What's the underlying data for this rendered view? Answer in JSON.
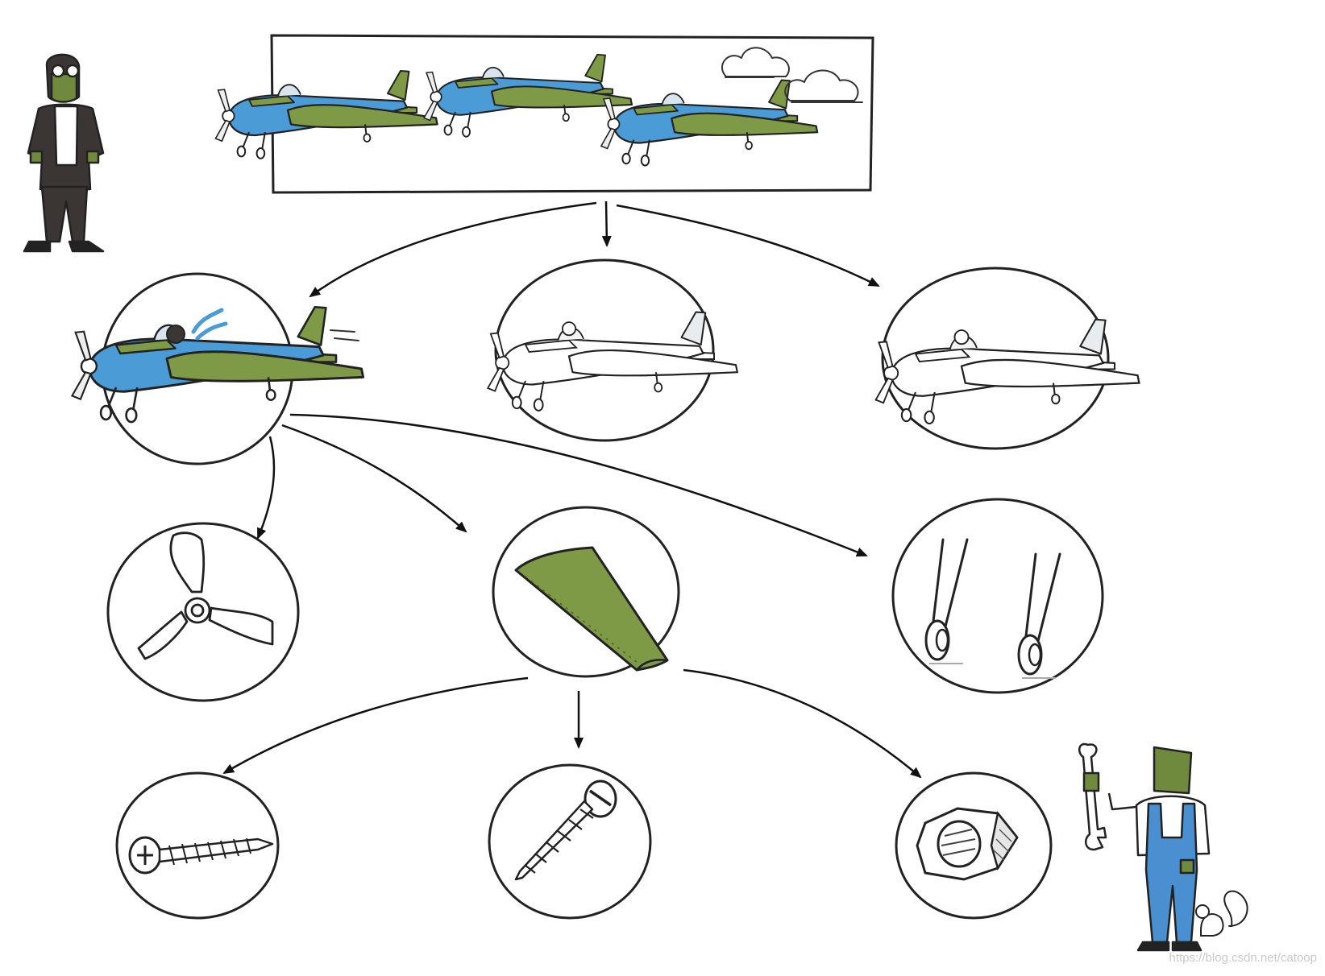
{
  "diagram": {
    "colors": {
      "fuselage": "#4a9bd6",
      "wing": "#7e9a46",
      "outline": "#222222",
      "pilot_jacket": "#3b3633",
      "mechanic_overalls": "#4a90d0",
      "mechanic_head": "#6f8a3c"
    },
    "nodes": [
      {
        "id": "fleet",
        "depicts": "three-airplanes-icon"
      },
      {
        "id": "plane-colored",
        "depicts": "airplane-icon"
      },
      {
        "id": "plane-outline-1",
        "depicts": "airplane-outline-icon"
      },
      {
        "id": "plane-outline-2",
        "depicts": "airplane-outline-icon"
      },
      {
        "id": "propeller",
        "depicts": "propeller-icon"
      },
      {
        "id": "wing",
        "depicts": "wing-icon"
      },
      {
        "id": "landing-gear",
        "depicts": "landing-gear-icon"
      },
      {
        "id": "phillips-screw",
        "depicts": "phillips-screw-icon"
      },
      {
        "id": "slotted-screw",
        "depicts": "slotted-screw-icon"
      },
      {
        "id": "hex-nut",
        "depicts": "hex-nut-icon"
      }
    ],
    "edges": [
      {
        "from": "fleet",
        "to": "plane-colored"
      },
      {
        "from": "fleet",
        "to": "plane-outline-1"
      },
      {
        "from": "fleet",
        "to": "plane-outline-2"
      },
      {
        "from": "plane-colored",
        "to": "propeller"
      },
      {
        "from": "plane-colored",
        "to": "wing"
      },
      {
        "from": "plane-colored",
        "to": "landing-gear"
      },
      {
        "from": "wing",
        "to": "phillips-screw"
      },
      {
        "from": "wing",
        "to": "slotted-screw"
      },
      {
        "from": "wing",
        "to": "hex-nut"
      }
    ],
    "figures": [
      {
        "id": "pilot",
        "depicts": "pilot-icon"
      },
      {
        "id": "mechanic",
        "depicts": "mechanic-icon"
      },
      {
        "id": "squirrel",
        "depicts": "squirrel-icon"
      },
      {
        "id": "wrench",
        "depicts": "wrench-icon"
      }
    ]
  },
  "watermark": "https://blog.csdn.net/catoop"
}
